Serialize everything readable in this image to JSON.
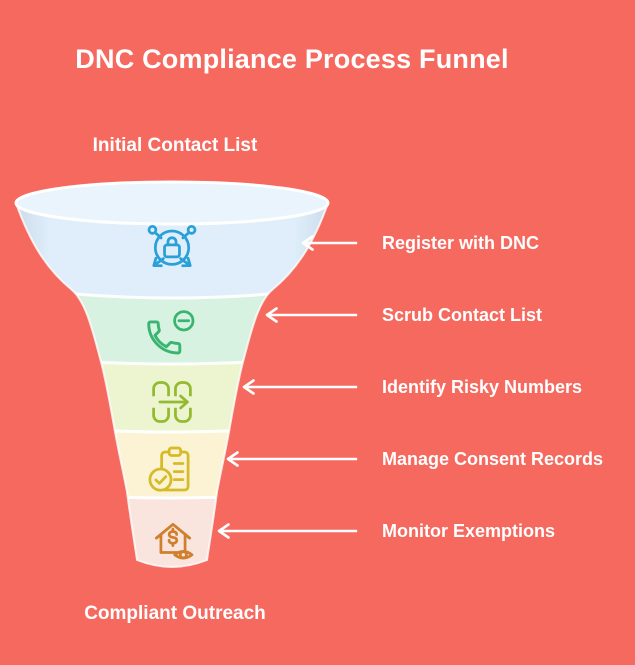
{
  "title": "DNC Compliance Process Funnel",
  "colors": {
    "background": "#f6695f",
    "text": "#ffffff",
    "arrow": "#ffffff",
    "separator": "#ffffff",
    "funnel_opening": "#e9f4fd"
  },
  "funnel": {
    "entry_label": "Initial Contact List",
    "exit_label": "Compliant Outreach",
    "stages": [
      {
        "label": "Register with DNC",
        "icon": "network-lock-icon",
        "band_color": "#dfeefa",
        "icon_color": "#29a0d8"
      },
      {
        "label": "Scrub Contact List",
        "icon": "phone-minus-icon",
        "band_color": "#d7f2e1",
        "icon_color": "#39b571"
      },
      {
        "label": "Identify Risky Numbers",
        "icon": "device-transfer-icon",
        "band_color": "#edf5d0",
        "icon_color": "#94ba30"
      },
      {
        "label": "Manage Consent Records",
        "icon": "clipboard-check-icon",
        "band_color": "#fcf3d5",
        "icon_color": "#d6bb28"
      },
      {
        "label": "Monitor Exemptions",
        "icon": "house-dollar-eye-icon",
        "band_color": "#f9e5de",
        "icon_color": "#cf7f2e"
      }
    ]
  },
  "chart_data": {
    "type": "funnel",
    "title": "DNC Compliance Process Funnel",
    "entry": "Initial Contact List",
    "exit": "Compliant Outreach",
    "stages": [
      "Register with DNC",
      "Scrub Contact List",
      "Identify Risky Numbers",
      "Manage Consent Records",
      "Monitor Exemptions"
    ],
    "legend_position": "right",
    "grid": false
  }
}
